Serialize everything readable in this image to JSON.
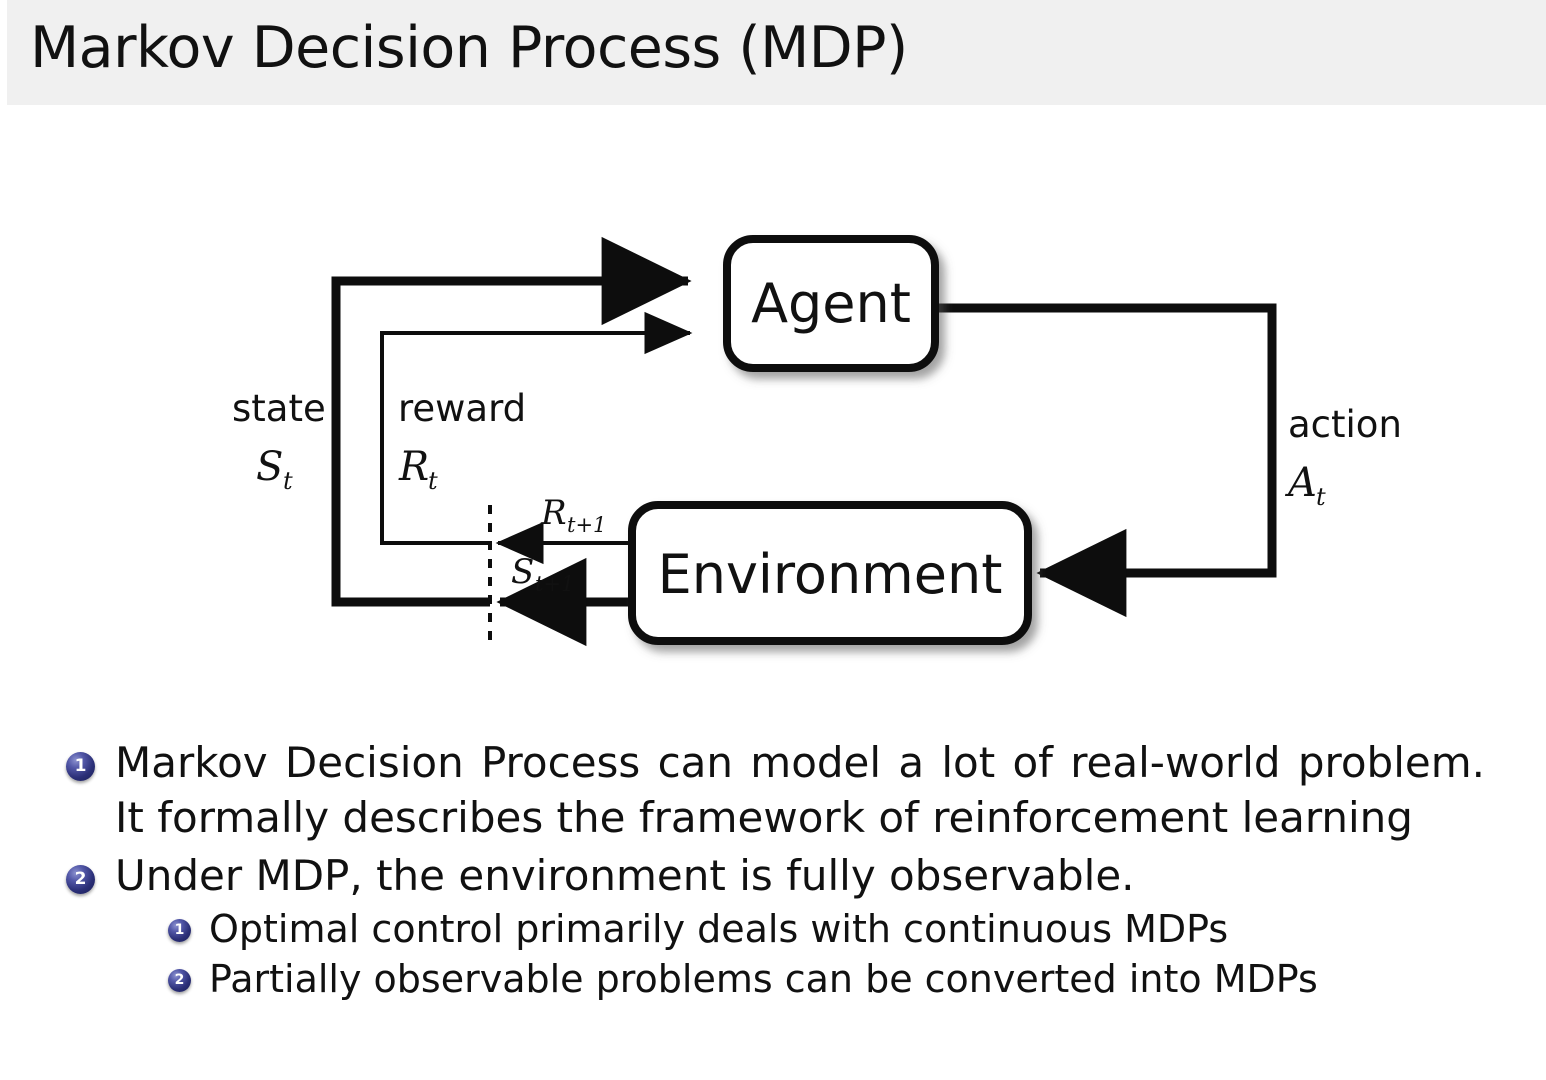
{
  "slide": {
    "title": "Markov Decision Process (MDP)",
    "header_bg": "#f0f0f0",
    "background": "#ffffff",
    "text_color": "#111111",
    "bullet_ball_color": "#2b2f77"
  },
  "diagram": {
    "name": "agent-environment-interaction-loop",
    "nodes": {
      "agent": "Agent",
      "environment": "Environment"
    },
    "labels": {
      "state_word": "state",
      "state_symbol": "S",
      "state_subscript": "t",
      "reward_word": "reward",
      "reward_symbol": "R",
      "reward_subscript": "t",
      "action_word": "action",
      "action_symbol": "A",
      "action_subscript": "t",
      "next_reward_symbol": "R",
      "next_reward_subscript": "t+1",
      "next_state_symbol": "S",
      "next_state_subscript": "t+1"
    },
    "edges": [
      {
        "from": "environment",
        "to": "agent",
        "label": "state S_t",
        "style": "thick"
      },
      {
        "from": "environment",
        "to": "agent",
        "label": "reward R_t",
        "style": "thin"
      },
      {
        "from": "agent",
        "to": "environment",
        "label": "action A_t",
        "style": "thick"
      },
      {
        "from": "environment",
        "to": "boundary",
        "label": "R_t+1",
        "style": "thin"
      },
      {
        "from": "environment",
        "to": "boundary",
        "label": "S_t+1",
        "style": "thick"
      }
    ],
    "time_boundary": "dashed-vertical-line"
  },
  "bullets": [
    {
      "number": "1",
      "level": 1,
      "text": "Markov Decision Process can model a lot of real-world problem. It formally describes the framework of reinforcement learning"
    },
    {
      "number": "2",
      "level": 1,
      "text": "Under MDP, the environment is fully observable."
    },
    {
      "number": "1",
      "level": 2,
      "text": "Optimal control primarily deals with continuous MDPs"
    },
    {
      "number": "2",
      "level": 2,
      "text": "Partially observable problems can be converted into MDPs"
    }
  ]
}
